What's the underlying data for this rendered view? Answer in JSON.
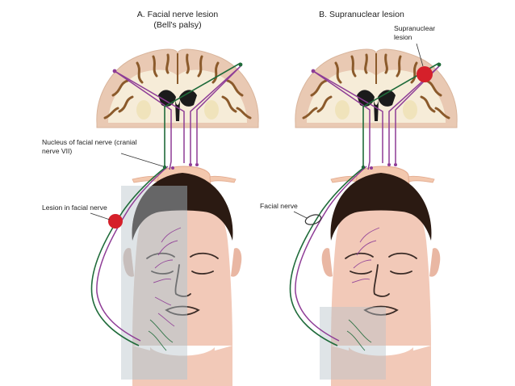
{
  "panels": [
    {
      "id": "A",
      "title_line1": "A. Facial nerve lesion",
      "title_line2": "(Bell's palsy)"
    },
    {
      "id": "B",
      "title_line1": "B. Supranuclear lesion",
      "title_line2": ""
    }
  ],
  "labels": {
    "nucleus_line1": "Nucleus of facial nerve (cranial",
    "nucleus_line2": "nerve VII)",
    "lesion_facial_nerve": "Lesion in facial nerve",
    "facial_nerve": "Facial nerve",
    "supranuclear_line1": "Supranuclear",
    "supranuclear_line2": "lesion"
  },
  "colors": {
    "cortex_gray": "#e9c9b3",
    "white_matter": "#f6ecd8",
    "sulci": "#8b5a2b",
    "upper_motor_neuron": "#8e3c96",
    "lower_motor_neuron": "#1f6b3a",
    "lesion_red": "#d5202a",
    "skin": "#f2c9b8",
    "hair": "#2b1a12",
    "paralyzed_tint": "#b9c3c9",
    "spinal_cord": "#f3c8ae"
  }
}
